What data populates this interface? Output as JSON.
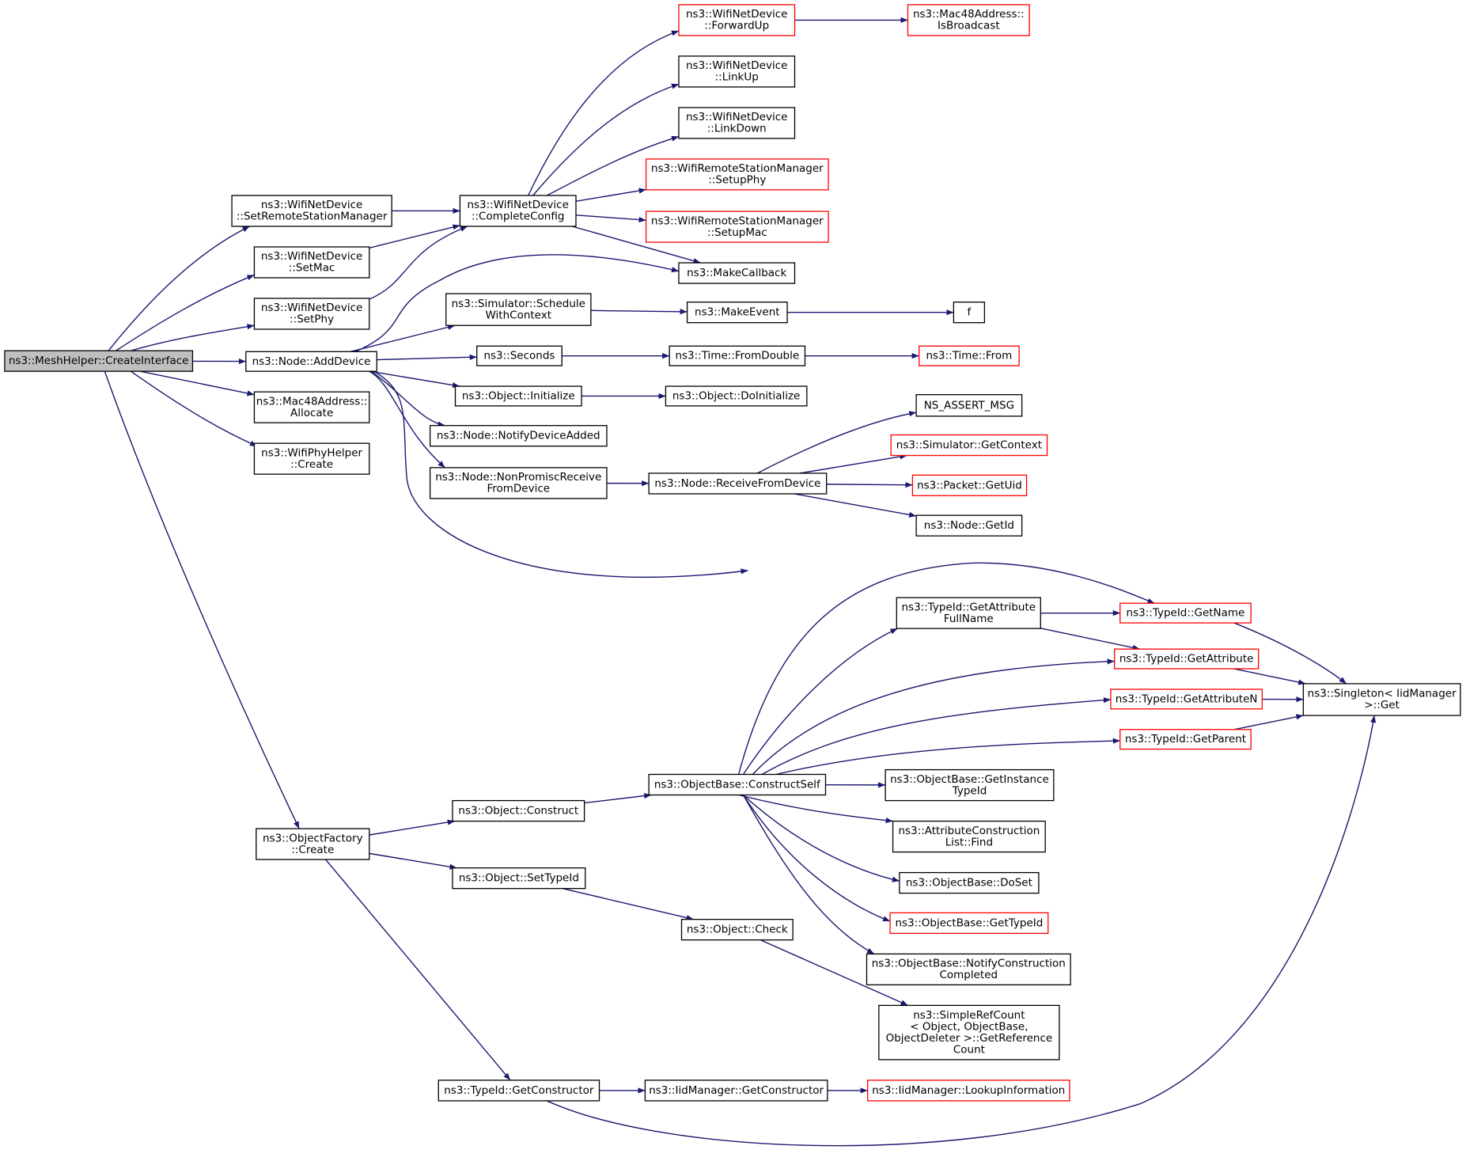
{
  "colors": {
    "edge": "#191970",
    "border_normal": "#000000",
    "border_truncated": "#ff0000",
    "root_fill": "#bfbfbf",
    "background": "#ffffff"
  },
  "nodes": {
    "root": {
      "lines": [
        "ns3::MeshHelper::CreateInterface"
      ],
      "style": "root"
    },
    "setRemoteStationManager": {
      "lines": [
        "ns3::WifiNetDevice",
        "::SetRemoteStationManager"
      ],
      "style": "normal"
    },
    "setMac": {
      "lines": [
        "ns3::WifiNetDevice",
        "::SetMac"
      ],
      "style": "normal"
    },
    "setPhy": {
      "lines": [
        "ns3::WifiNetDevice",
        "::SetPhy"
      ],
      "style": "normal"
    },
    "addDevice": {
      "lines": [
        "ns3::Node::AddDevice"
      ],
      "style": "normal"
    },
    "macAllocate": {
      "lines": [
        "ns3::Mac48Address::",
        "Allocate"
      ],
      "style": "normal"
    },
    "wifiPhyHelperCreate": {
      "lines": [
        "ns3::WifiPhyHelper",
        "::Create"
      ],
      "style": "normal"
    },
    "objectFactoryCreate": {
      "lines": [
        "ns3::ObjectFactory",
        "::Create"
      ],
      "style": "normal"
    },
    "completeConfig": {
      "lines": [
        "ns3::WifiNetDevice",
        "::CompleteConfig"
      ],
      "style": "normal"
    },
    "forwardUp": {
      "lines": [
        "ns3::WifiNetDevice",
        "::ForwardUp"
      ],
      "style": "red"
    },
    "isBroadcast": {
      "lines": [
        "ns3::Mac48Address::",
        "IsBroadcast"
      ],
      "style": "red"
    },
    "linkUp": {
      "lines": [
        "ns3::WifiNetDevice",
        "::LinkUp"
      ],
      "style": "normal"
    },
    "linkDown": {
      "lines": [
        "ns3::WifiNetDevice",
        "::LinkDown"
      ],
      "style": "normal"
    },
    "setupPhy": {
      "lines": [
        "ns3::WifiRemoteStationManager",
        "::SetupPhy"
      ],
      "style": "red"
    },
    "setupMac": {
      "lines": [
        "ns3::WifiRemoteStationManager",
        "::SetupMac"
      ],
      "style": "red"
    },
    "makeCallback": {
      "lines": [
        "ns3::MakeCallback"
      ],
      "style": "normal"
    },
    "scheduleWithContext": {
      "lines": [
        "ns3::Simulator::Schedule",
        "WithContext"
      ],
      "style": "normal"
    },
    "makeEvent": {
      "lines": [
        "ns3::MakeEvent"
      ],
      "style": "normal"
    },
    "f": {
      "lines": [
        "f"
      ],
      "style": "normal"
    },
    "seconds": {
      "lines": [
        "ns3::Seconds"
      ],
      "style": "normal"
    },
    "fromDouble": {
      "lines": [
        "ns3::Time::FromDouble"
      ],
      "style": "normal"
    },
    "timeFrom": {
      "lines": [
        "ns3::Time::From"
      ],
      "style": "red"
    },
    "objectInitialize": {
      "lines": [
        "ns3::Object::Initialize"
      ],
      "style": "normal"
    },
    "doInitialize": {
      "lines": [
        "ns3::Object::DoInitialize"
      ],
      "style": "normal"
    },
    "notifyDeviceAdded": {
      "lines": [
        "ns3::Node::NotifyDeviceAdded"
      ],
      "style": "normal"
    },
    "nonPromisc": {
      "lines": [
        "ns3::Node::NonPromiscReceive",
        "FromDevice"
      ],
      "style": "normal"
    },
    "receiveFromDevice": {
      "lines": [
        "ns3::Node::ReceiveFromDevice"
      ],
      "style": "normal"
    },
    "nsAssertMsg": {
      "lines": [
        "NS_ASSERT_MSG"
      ],
      "style": "normal"
    },
    "getContext": {
      "lines": [
        "ns3::Simulator::GetContext"
      ],
      "style": "red"
    },
    "packetGetUid": {
      "lines": [
        "ns3::Packet::GetUid"
      ],
      "style": "red"
    },
    "nodeGetId": {
      "lines": [
        "ns3::Node::GetId"
      ],
      "style": "normal"
    },
    "getAttributeFullName": {
      "lines": [
        "ns3::TypeId::GetAttribute",
        "FullName"
      ],
      "style": "normal"
    },
    "getName": {
      "lines": [
        "ns3::TypeId::GetName"
      ],
      "style": "red"
    },
    "getAttribute": {
      "lines": [
        "ns3::TypeId::GetAttribute"
      ],
      "style": "red"
    },
    "getAttributeN": {
      "lines": [
        "ns3::TypeId::GetAttributeN"
      ],
      "style": "red"
    },
    "getParent": {
      "lines": [
        "ns3::TypeId::GetParent"
      ],
      "style": "red"
    },
    "singletonGet": {
      "lines": [
        "ns3::Singleton< IidManager",
        " >::Get"
      ],
      "style": "normal"
    },
    "objectConstruct": {
      "lines": [
        "ns3::Object::Construct"
      ],
      "style": "normal"
    },
    "constructSelf": {
      "lines": [
        "ns3::ObjectBase::ConstructSelf"
      ],
      "style": "normal"
    },
    "getInstanceTypeId": {
      "lines": [
        "ns3::ObjectBase::GetInstance",
        "TypeId"
      ],
      "style": "normal"
    },
    "attrConstructionFind": {
      "lines": [
        "ns3::AttributeConstruction",
        "List::Find"
      ],
      "style": "normal"
    },
    "doSet": {
      "lines": [
        "ns3::ObjectBase::DoSet"
      ],
      "style": "normal"
    },
    "objectBaseGetTypeId": {
      "lines": [
        "ns3::ObjectBase::GetTypeId"
      ],
      "style": "red"
    },
    "notifyConstructionCompleted": {
      "lines": [
        "ns3::ObjectBase::NotifyConstruction",
        "Completed"
      ],
      "style": "normal"
    },
    "objectSetTypeId": {
      "lines": [
        "ns3::Object::SetTypeId"
      ],
      "style": "normal"
    },
    "objectCheck": {
      "lines": [
        "ns3::Object::Check"
      ],
      "style": "normal"
    },
    "getReferenceCount": {
      "lines": [
        "ns3::SimpleRefCount",
        "< Object, ObjectBase,",
        " ObjectDeleter >::GetReference",
        "Count"
      ],
      "style": "normal"
    },
    "typeIdGetConstructor": {
      "lines": [
        "ns3::TypeId::GetConstructor"
      ],
      "style": "normal"
    },
    "iidGetConstructor": {
      "lines": [
        "ns3::IidManager::GetConstructor"
      ],
      "style": "normal"
    },
    "lookupInformation": {
      "lines": [
        "ns3::IidManager::LookupInformation"
      ],
      "style": "red"
    }
  },
  "edges": [
    [
      "root",
      "setRemoteStationManager"
    ],
    [
      "root",
      "setMac"
    ],
    [
      "root",
      "setPhy"
    ],
    [
      "root",
      "addDevice"
    ],
    [
      "root",
      "macAllocate"
    ],
    [
      "root",
      "wifiPhyHelperCreate"
    ],
    [
      "root",
      "objectFactoryCreate"
    ],
    [
      "setRemoteStationManager",
      "completeConfig"
    ],
    [
      "setMac",
      "completeConfig"
    ],
    [
      "setPhy",
      "completeConfig"
    ],
    [
      "completeConfig",
      "forwardUp"
    ],
    [
      "completeConfig",
      "linkUp"
    ],
    [
      "completeConfig",
      "linkDown"
    ],
    [
      "completeConfig",
      "setupPhy"
    ],
    [
      "completeConfig",
      "setupMac"
    ],
    [
      "completeConfig",
      "makeCallback"
    ],
    [
      "forwardUp",
      "isBroadcast"
    ],
    [
      "addDevice",
      "makeCallback"
    ],
    [
      "addDevice",
      "scheduleWithContext"
    ],
    [
      "addDevice",
      "seconds"
    ],
    [
      "addDevice",
      "objectInitialize"
    ],
    [
      "addDevice",
      "notifyDeviceAdded"
    ],
    [
      "addDevice",
      "nonPromisc"
    ],
    [
      "addDevice",
      "nodeGetId"
    ],
    [
      "scheduleWithContext",
      "makeEvent"
    ],
    [
      "makeEvent",
      "f"
    ],
    [
      "seconds",
      "fromDouble"
    ],
    [
      "fromDouble",
      "timeFrom"
    ],
    [
      "objectInitialize",
      "doInitialize"
    ],
    [
      "nonPromisc",
      "receiveFromDevice"
    ],
    [
      "receiveFromDevice",
      "nsAssertMsg"
    ],
    [
      "receiveFromDevice",
      "getContext"
    ],
    [
      "receiveFromDevice",
      "packetGetUid"
    ],
    [
      "receiveFromDevice",
      "nodeGetId"
    ],
    [
      "objectFactoryCreate",
      "objectConstruct"
    ],
    [
      "objectFactoryCreate",
      "objectSetTypeId"
    ],
    [
      "objectFactoryCreate",
      "typeIdGetConstructor"
    ],
    [
      "objectConstruct",
      "constructSelf"
    ],
    [
      "constructSelf",
      "getName"
    ],
    [
      "constructSelf",
      "getAttributeFullName"
    ],
    [
      "constructSelf",
      "getAttribute"
    ],
    [
      "constructSelf",
      "getAttributeN"
    ],
    [
      "constructSelf",
      "getParent"
    ],
    [
      "constructSelf",
      "getInstanceTypeId"
    ],
    [
      "constructSelf",
      "attrConstructionFind"
    ],
    [
      "constructSelf",
      "doSet"
    ],
    [
      "constructSelf",
      "objectBaseGetTypeId"
    ],
    [
      "constructSelf",
      "notifyConstructionCompleted"
    ],
    [
      "getAttributeFullName",
      "getName"
    ],
    [
      "getAttributeFullName",
      "getAttribute"
    ],
    [
      "getName",
      "singletonGet"
    ],
    [
      "getAttribute",
      "singletonGet"
    ],
    [
      "getAttributeN",
      "singletonGet"
    ],
    [
      "getParent",
      "singletonGet"
    ],
    [
      "objectSetTypeId",
      "objectCheck"
    ],
    [
      "objectCheck",
      "getReferenceCount"
    ],
    [
      "typeIdGetConstructor",
      "iidGetConstructor"
    ],
    [
      "iidGetConstructor",
      "lookupInformation"
    ],
    [
      "typeIdGetConstructor",
      "singletonGet"
    ]
  ]
}
